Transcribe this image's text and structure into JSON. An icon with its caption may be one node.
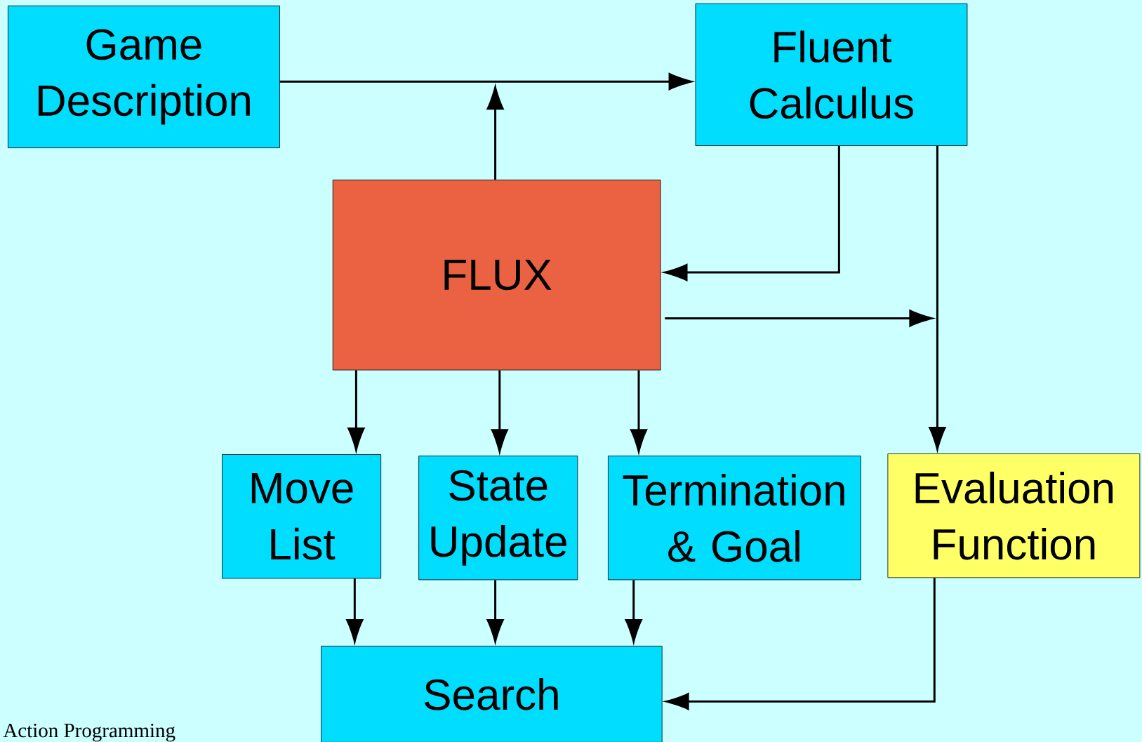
{
  "diagram": {
    "nodes": [
      {
        "text": [
          "Game Description"
        ]
      },
      {
        "text": [
          "Fluent Calculus"
        ]
      },
      {
        "text": [
          "FLUX"
        ]
      },
      {
        "text": [
          "Move List"
        ]
      },
      {
        "text": [
          "State Update"
        ]
      },
      {
        "text": [
          "Termination & Goal"
        ]
      },
      {
        "text": [
          "Evaluation Function"
        ]
      },
      {
        "text": [
          "Search"
        ]
      }
    ],
    "edges": [
      {
        "from": 0,
        "to": 1,
        "arrow": "to"
      },
      {
        "from": 2,
        "to": null,
        "arrow": "to"
      },
      {
        "from": 1,
        "to": 2,
        "arrow": "to"
      },
      {
        "from": 1,
        "to": 6,
        "arrow": "to"
      },
      {
        "from": 2,
        "to": null,
        "arrow": "to"
      },
      {
        "from": 2,
        "to": 3,
        "arrow": "to"
      },
      {
        "from": 2,
        "to": 4,
        "arrow": "to"
      },
      {
        "from": 2,
        "to": 5,
        "arrow": "to"
      },
      {
        "from": 3,
        "to": 7,
        "arrow": "to"
      },
      {
        "from": 4,
        "to": 7,
        "arrow": "to"
      },
      {
        "from": 5,
        "to": 7,
        "arrow": "to"
      },
      {
        "from": 6,
        "to": 7,
        "arrow": "to"
      }
    ],
    "labels": [
      "Action Programming"
    ]
  }
}
